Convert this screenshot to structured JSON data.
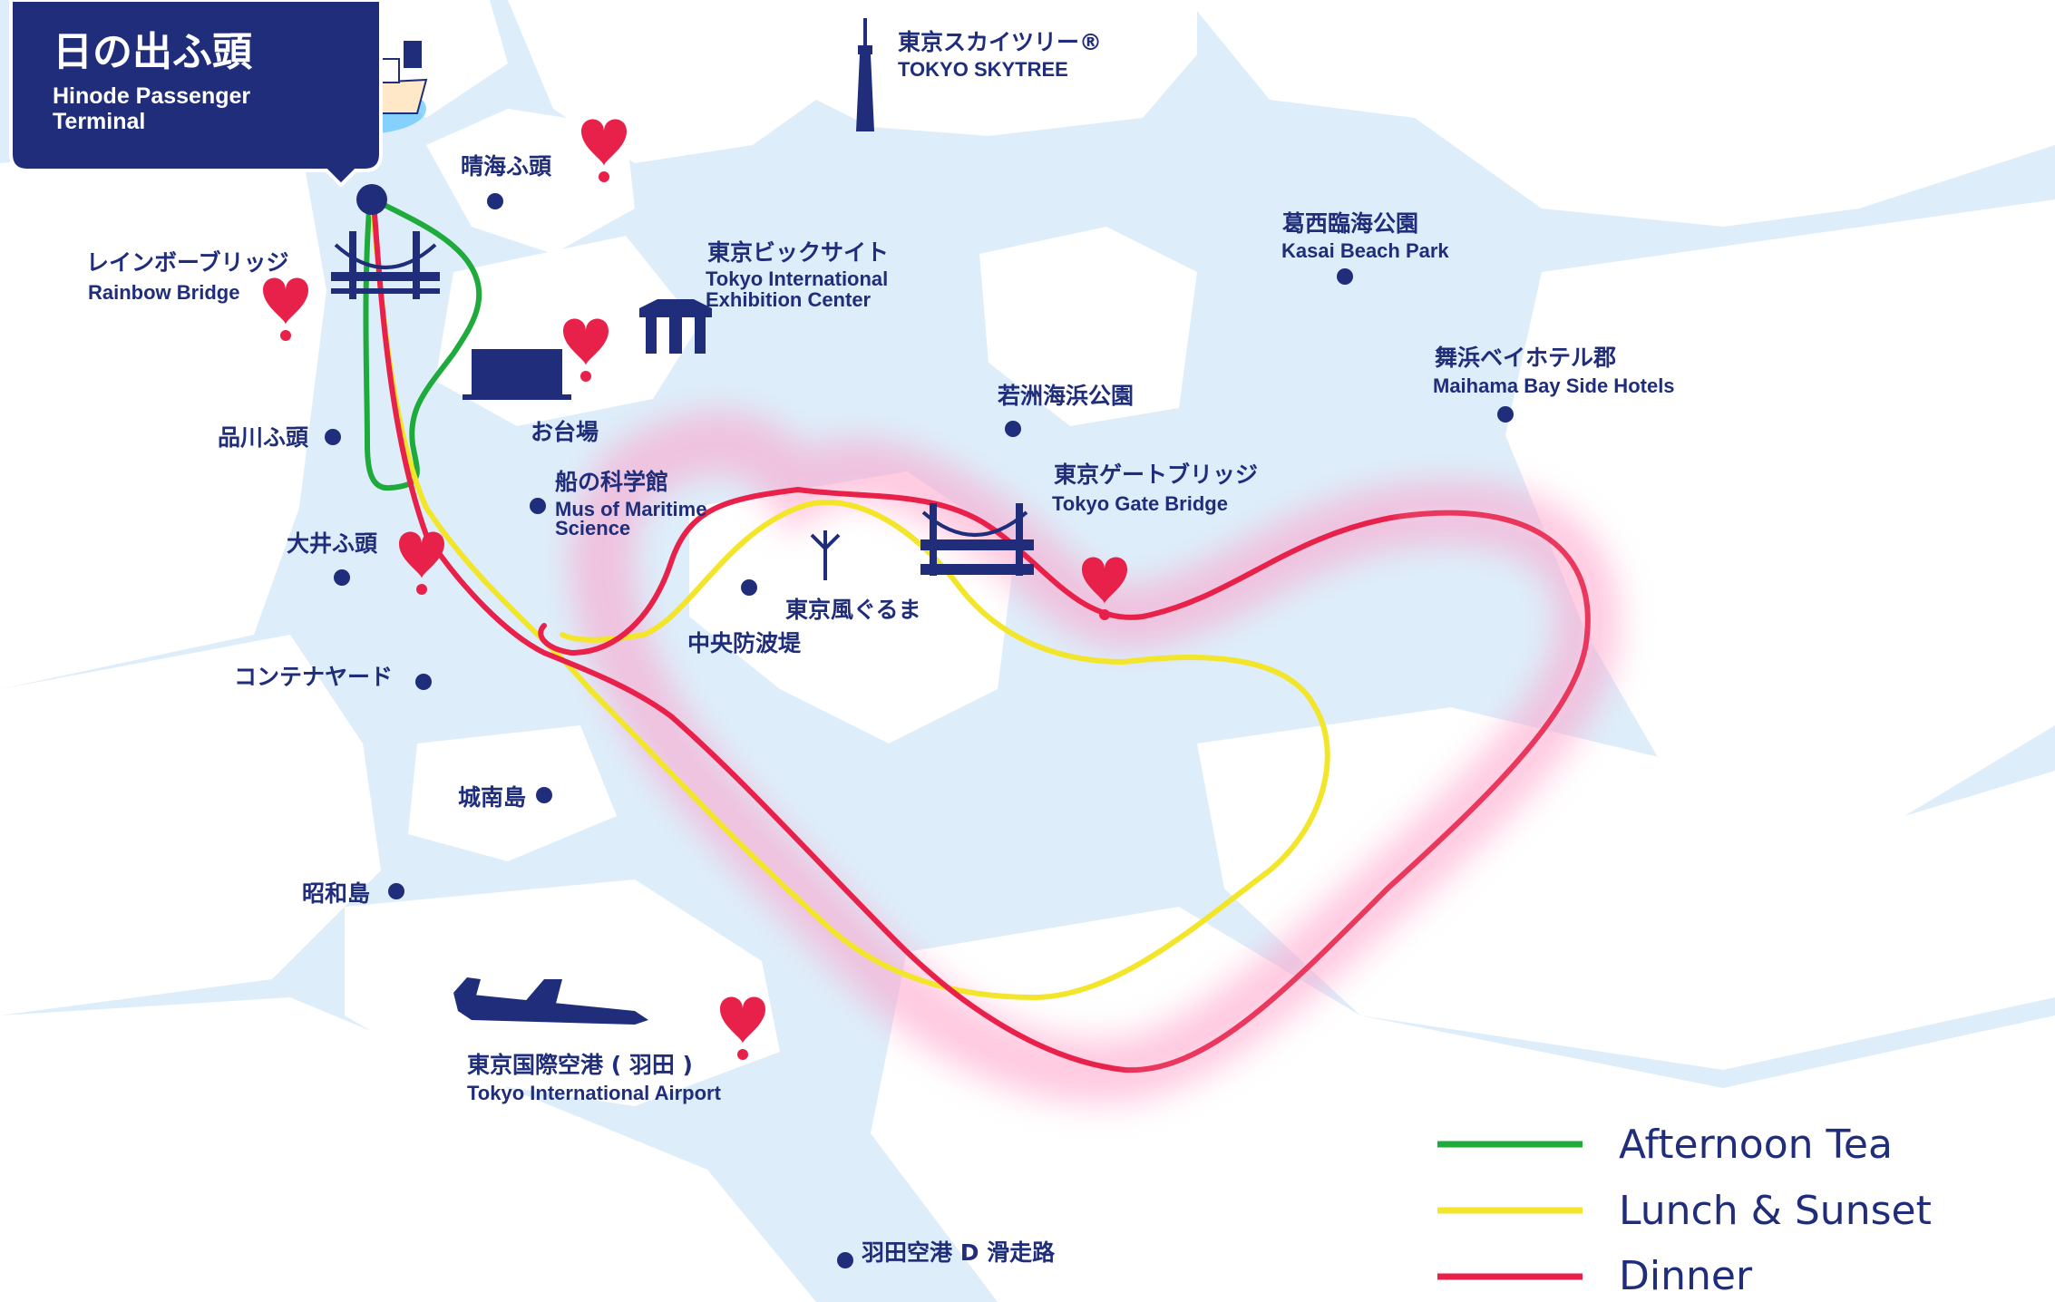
{
  "title": {
    "ja": "日の出ふ頭",
    "en_line1": "Hinode Passenger",
    "en_line2": "Terminal"
  },
  "colors": {
    "water": "#ddeefa",
    "land": "#ffffff",
    "label": "#1f2d7a",
    "afternoon_tea": "#1faa3c",
    "lunch_sunset": "#f2e52a",
    "dinner": "#e8214b",
    "heart": "#e8214b"
  },
  "places": {
    "harumi": "晴海ふ頭",
    "rainbow_ja": "レインボーブリッジ",
    "rainbow_en": "Rainbow Bridge",
    "skytree_ja": "東京スカイツリー®",
    "skytree_en": "TOKYO SKYTREE",
    "bigsight_ja": "東京ビックサイト",
    "bigsight_en1": "Tokyo International",
    "bigsight_en2": "Exhibition Center",
    "kasai_ja": "葛西臨海公園",
    "kasai_en": "Kasai Beach Park",
    "maihama_ja": "舞浜ベイホテル郡",
    "maihama_en": "Maihama Bay Side Hotels",
    "wakasu": "若洲海浜公園",
    "gate_ja": "東京ゲートブリッジ",
    "gate_en": "Tokyo Gate Bridge",
    "shinagawa": "品川ふ頭",
    "odaiba": "お台場",
    "museum_ja": "船の科学館",
    "museum_en1": "Mus of Maritime",
    "museum_en2": "Science",
    "oi": "大井ふ頭",
    "kazeguruma": "東京風ぐるま",
    "breakwater": "中央防波堤",
    "container": "コンテナヤード",
    "jonan": "城南島",
    "showa": "昭和島",
    "airport_ja": "東京国際空港 ( 羽田 )",
    "airport_en": "Tokyo International Airport",
    "runway_d": "羽田空港 D 滑走路"
  },
  "legend": [
    {
      "label": "Afternoon Tea",
      "color": "#1faa3c"
    },
    {
      "label": "Lunch & Sunset",
      "color": "#f2e52a"
    },
    {
      "label": "Dinner",
      "color": "#e8214b"
    }
  ],
  "routes": [
    "afternoon-tea",
    "lunch-sunset",
    "dinner"
  ]
}
